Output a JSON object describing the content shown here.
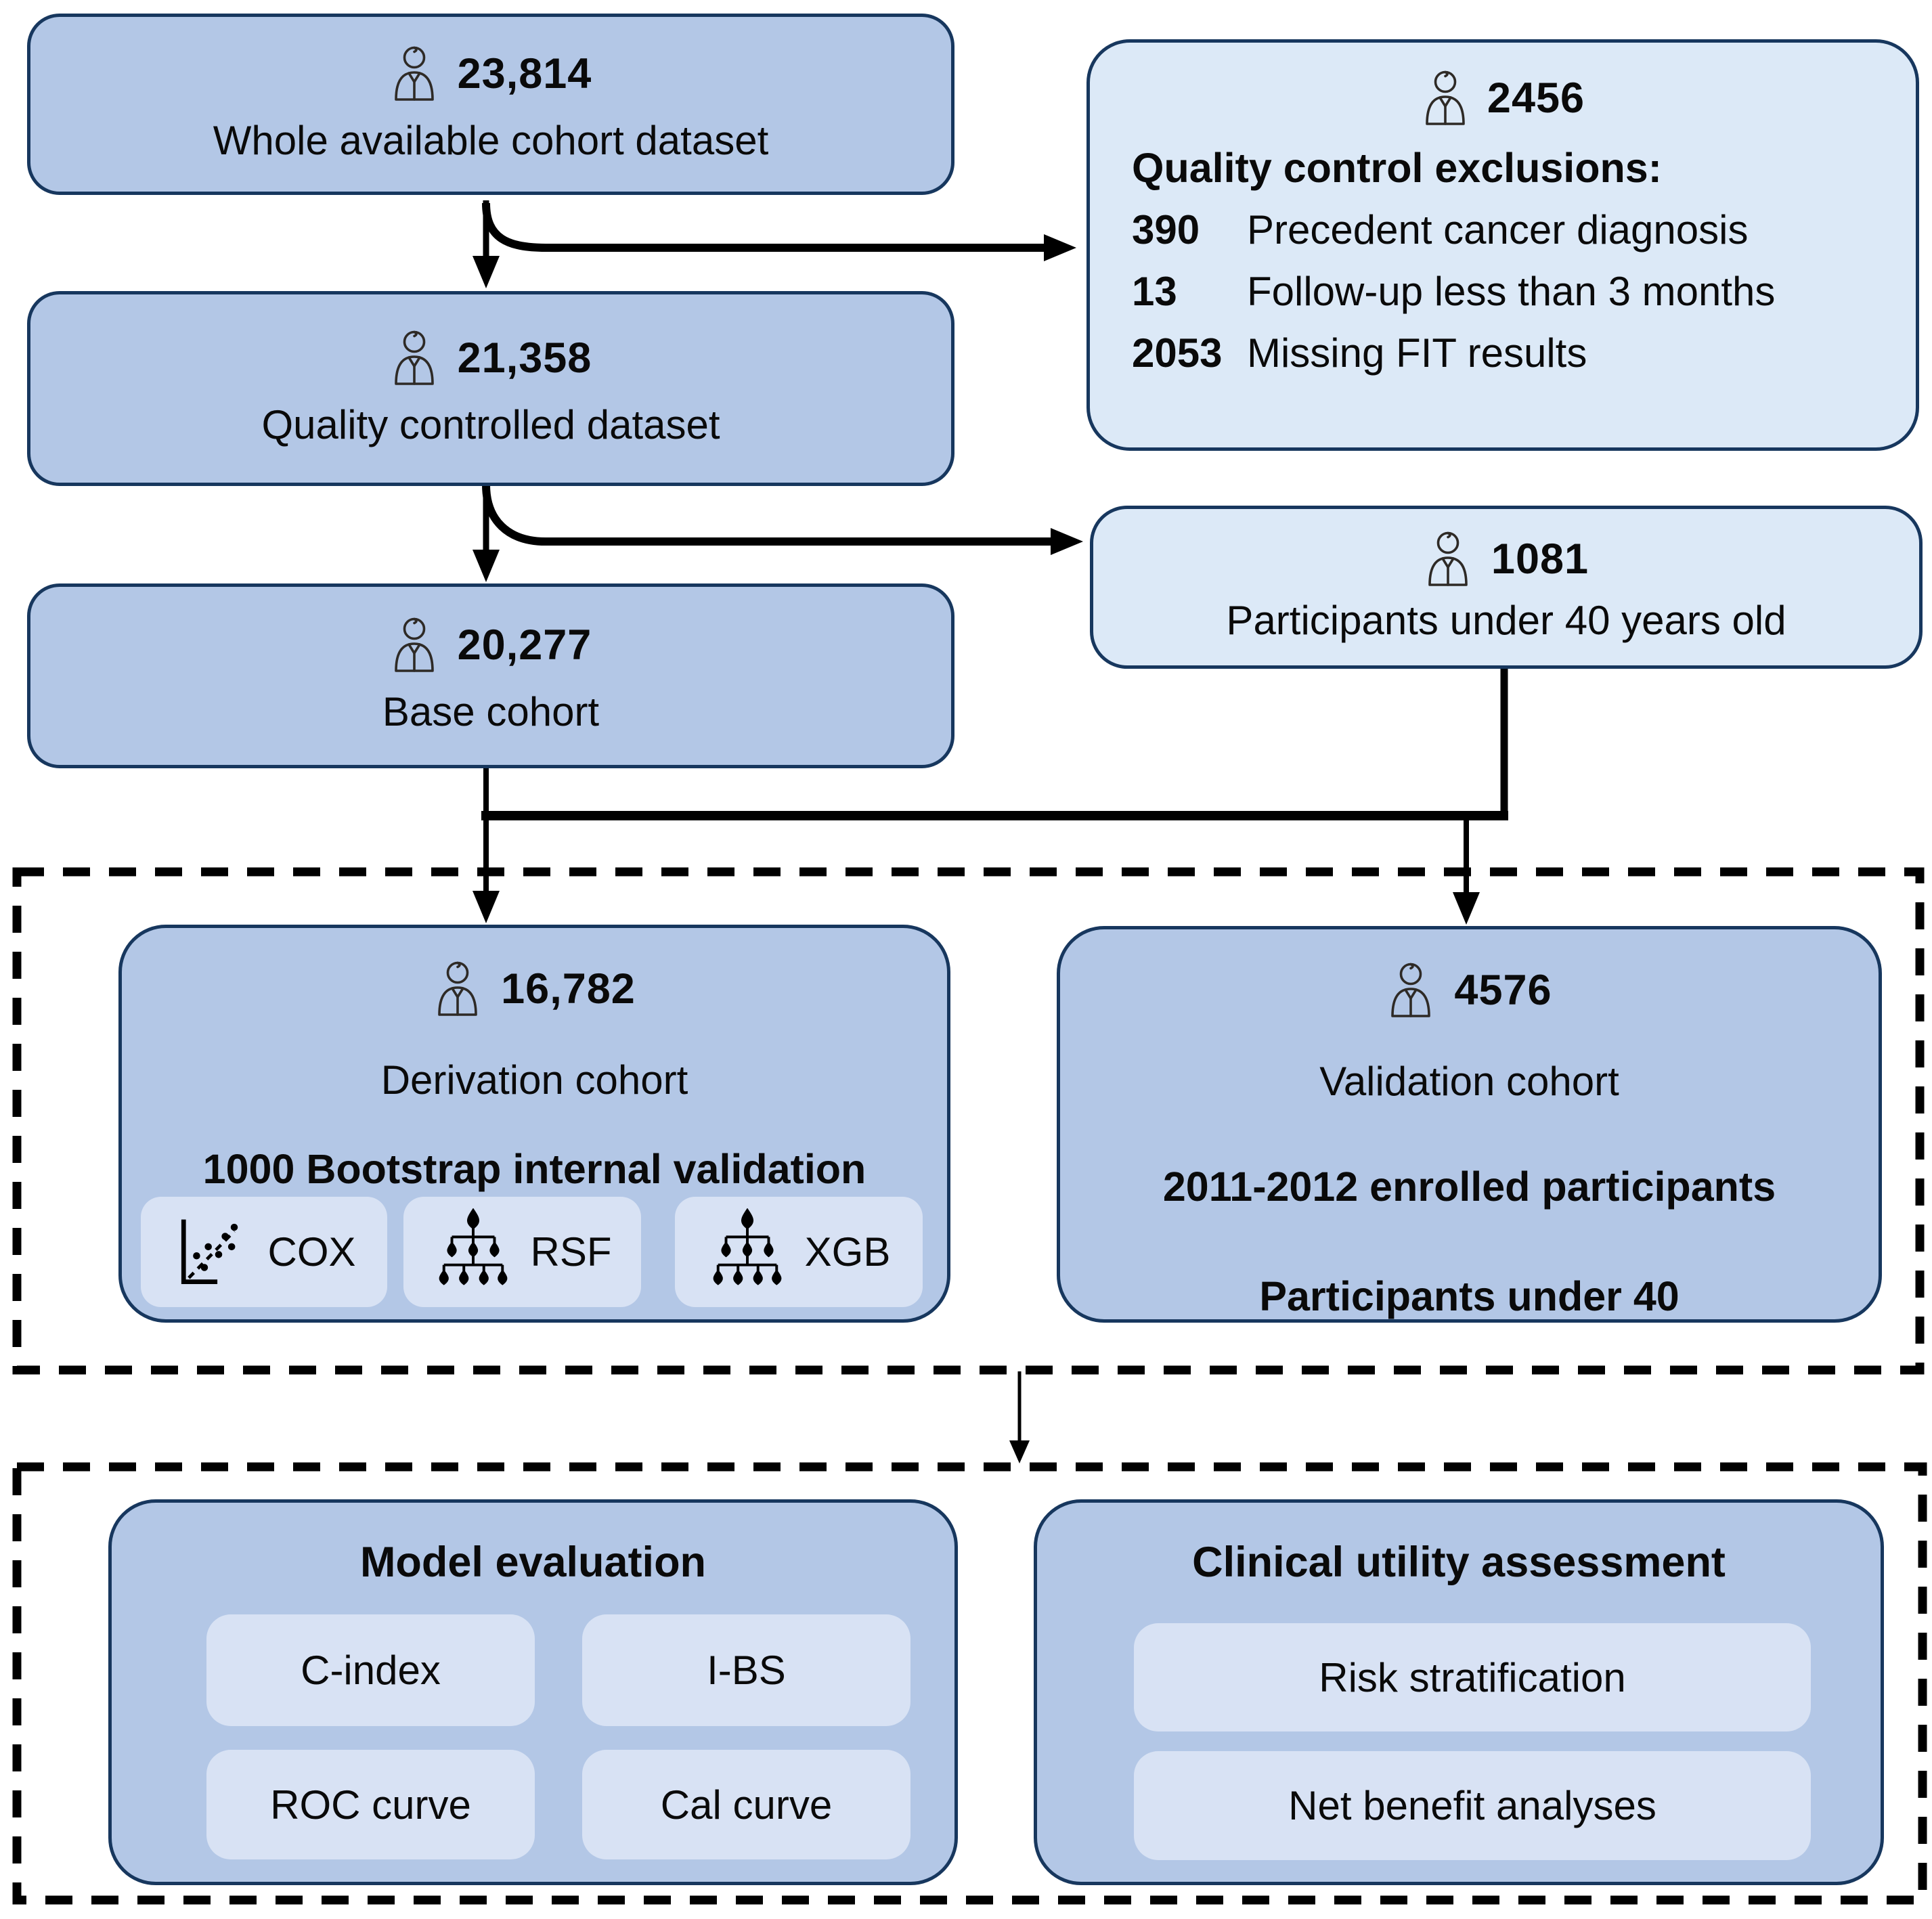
{
  "colors": {
    "box_fill": "#b3c7e6",
    "box_border": "#17375e",
    "light_box_fill": "#dce9f7",
    "chip_fill": "#d8e2f4",
    "dashed_border": "#000000",
    "arrow": "#000000",
    "text": "#0a0a0a"
  },
  "whole": {
    "count": "23,814",
    "label": "Whole available cohort dataset"
  },
  "exclusions": {
    "count": "2456",
    "title": "Quality control exclusions:",
    "items": [
      {
        "n": "390",
        "text": "Precedent cancer diagnosis"
      },
      {
        "n": "13",
        "text": "Follow-up less than 3 months"
      },
      {
        "n": "2053",
        "text": "Missing FIT results"
      }
    ]
  },
  "quality": {
    "count": "21,358",
    "label": "Quality controlled dataset"
  },
  "under40": {
    "count": "1081",
    "label": "Participants under 40 years old"
  },
  "base": {
    "count": "20,277",
    "label": "Base cohort"
  },
  "derivation": {
    "count": "16,782",
    "label": "Derivation cohort",
    "note": "1000 Bootstrap internal validation",
    "models": [
      {
        "label": "COX",
        "icon": "scatter-plot-icon"
      },
      {
        "label": "RSF",
        "icon": "tree-icon"
      },
      {
        "label": "XGB",
        "icon": "tree-icon"
      }
    ]
  },
  "validation": {
    "count": "4576",
    "label": "Validation cohort",
    "note1": "2011-2012 enrolled participants",
    "note2": "Participants under 40"
  },
  "evaluation": {
    "title": "Model evaluation",
    "items": [
      "C-index",
      "I-BS",
      "ROC curve",
      "Cal curve"
    ]
  },
  "clinical": {
    "title": "Clinical utility assessment",
    "items": [
      "Risk stratification",
      "Net benefit  analyses"
    ]
  }
}
